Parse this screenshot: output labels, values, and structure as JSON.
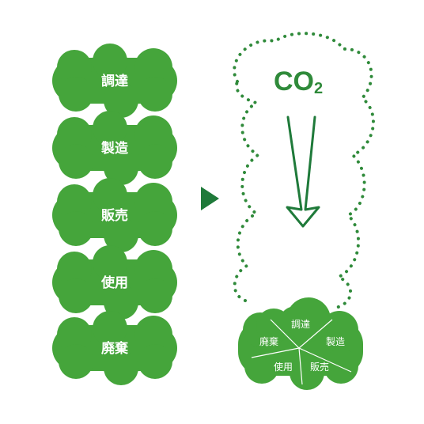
{
  "colors": {
    "cloud": "#45a53b",
    "cloud_dark": "#2f8a3a",
    "arrow": "#1f7a3a",
    "dots": "#2f8a3a",
    "divider": "#ffffff"
  },
  "stages": [
    "調達",
    "製造",
    "販売",
    "使用",
    "廃棄"
  ],
  "co2": {
    "main": "CO",
    "subscript": "2"
  },
  "cycle": {
    "segments": [
      "調達",
      "製造",
      "販売",
      "使用",
      "廃棄"
    ]
  },
  "icons": {
    "flow_arrow": "triangle-right-icon",
    "down_arrow": "down-arrow-icon"
  }
}
